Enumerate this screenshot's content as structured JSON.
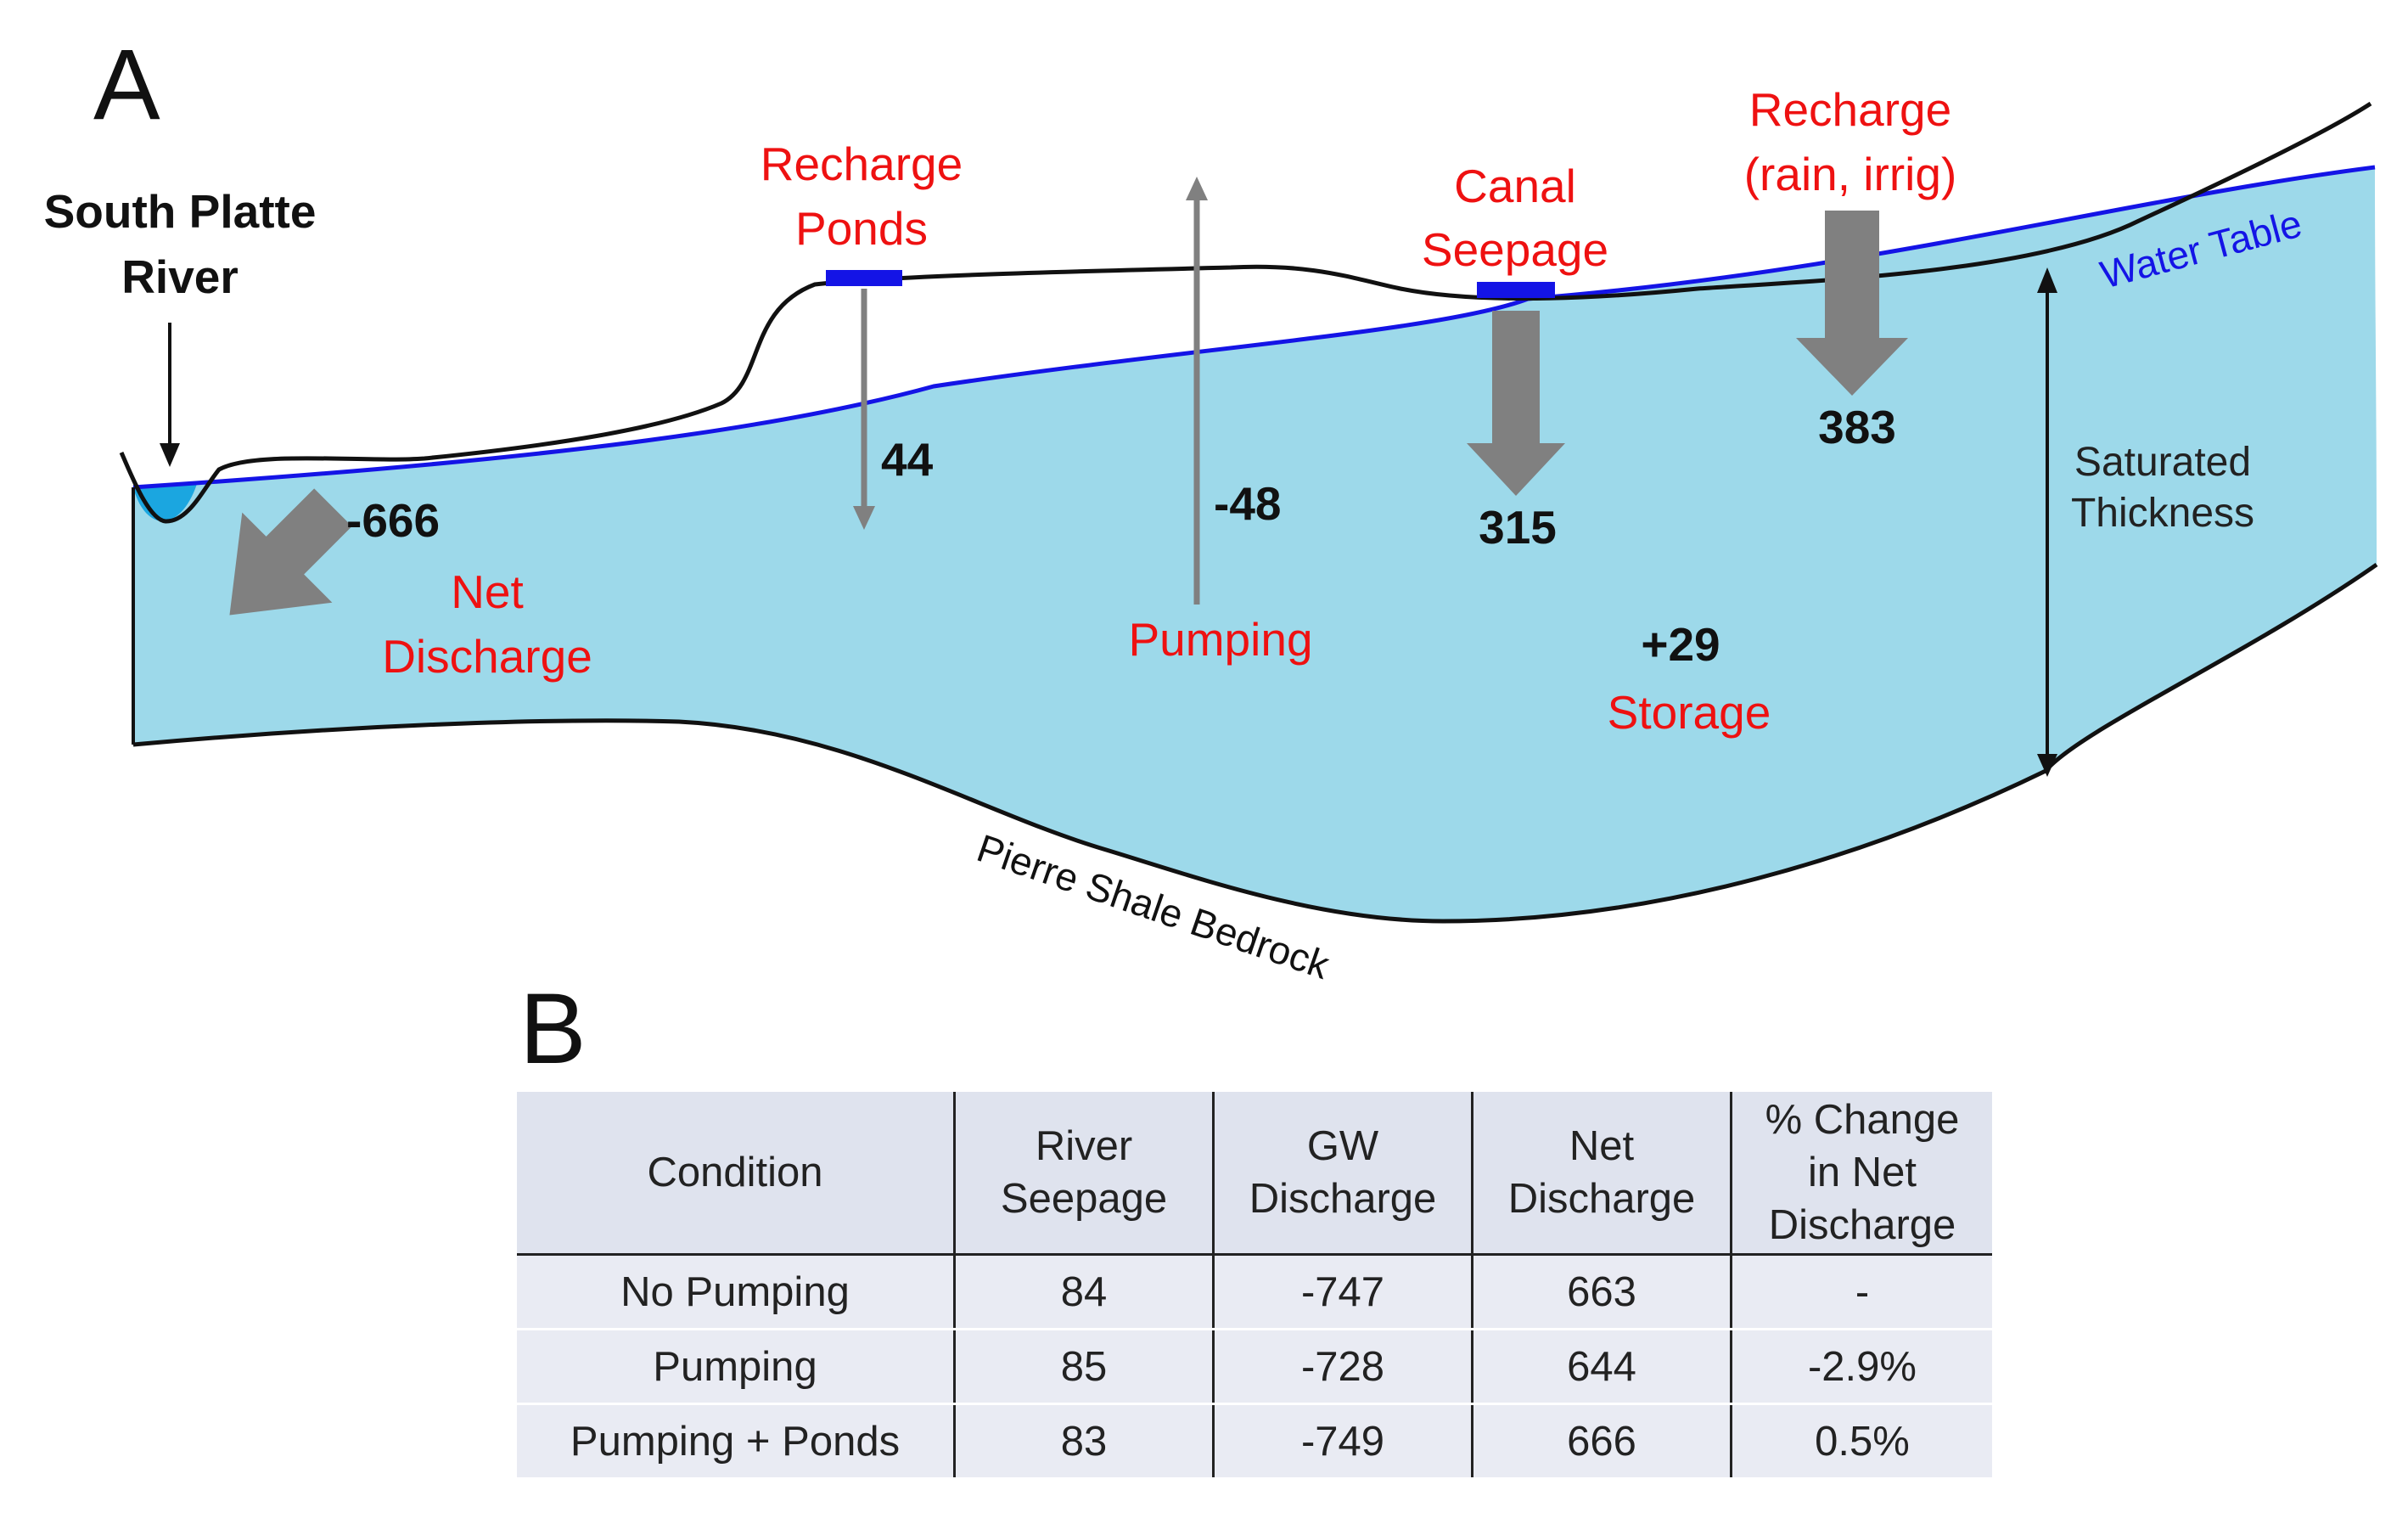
{
  "panel_a": {
    "panel_letter": "A",
    "river_label_line1": "South Platte",
    "river_label_line2": "River",
    "recharge_ponds_line1": "Recharge",
    "recharge_ponds_line2": "Ponds",
    "recharge_ponds_value": "44",
    "pumping_label": "Pumping",
    "pumping_value": "-48",
    "canal_line1": "Canal",
    "canal_line2": "Seepage",
    "canal_value": "315",
    "recharge_rain_line1": "Recharge",
    "recharge_rain_line2": "(rain, irrig)",
    "recharge_rain_value": "383",
    "water_table_label": "Water Table",
    "saturated_line1": "Saturated",
    "saturated_line2": "Thickness",
    "net_discharge_value": "-666",
    "net_discharge_line1": "Net",
    "net_discharge_line2": "Discharge",
    "storage_value": "+29",
    "storage_label": "Storage",
    "bedrock_label": "Pierre Shale Bedrock"
  },
  "panel_b": {
    "panel_letter": "B",
    "headers": [
      [
        "Condition"
      ],
      [
        "River",
        "Seepage"
      ],
      [
        "GW",
        "Discharge"
      ],
      [
        "Net",
        "Discharge"
      ],
      [
        "% Change",
        "in Net",
        "Discharge"
      ]
    ],
    "rows": [
      [
        "No Pumping",
        "84",
        "-747",
        "663",
        "-"
      ],
      [
        "Pumping",
        "85",
        "-728",
        "644",
        "-2.9%"
      ],
      [
        "Pumping + Ponds",
        "83",
        "-749",
        "666",
        "0.5%"
      ]
    ]
  },
  "colors": {
    "aquifer": "#9dd9ea",
    "river_water": "#1ba6e0",
    "water_table_line": "#1414e6",
    "flux_arrow": "#808080",
    "flux_label": "#ee1111",
    "structure_line": "#111111",
    "value_text": "#111111"
  }
}
